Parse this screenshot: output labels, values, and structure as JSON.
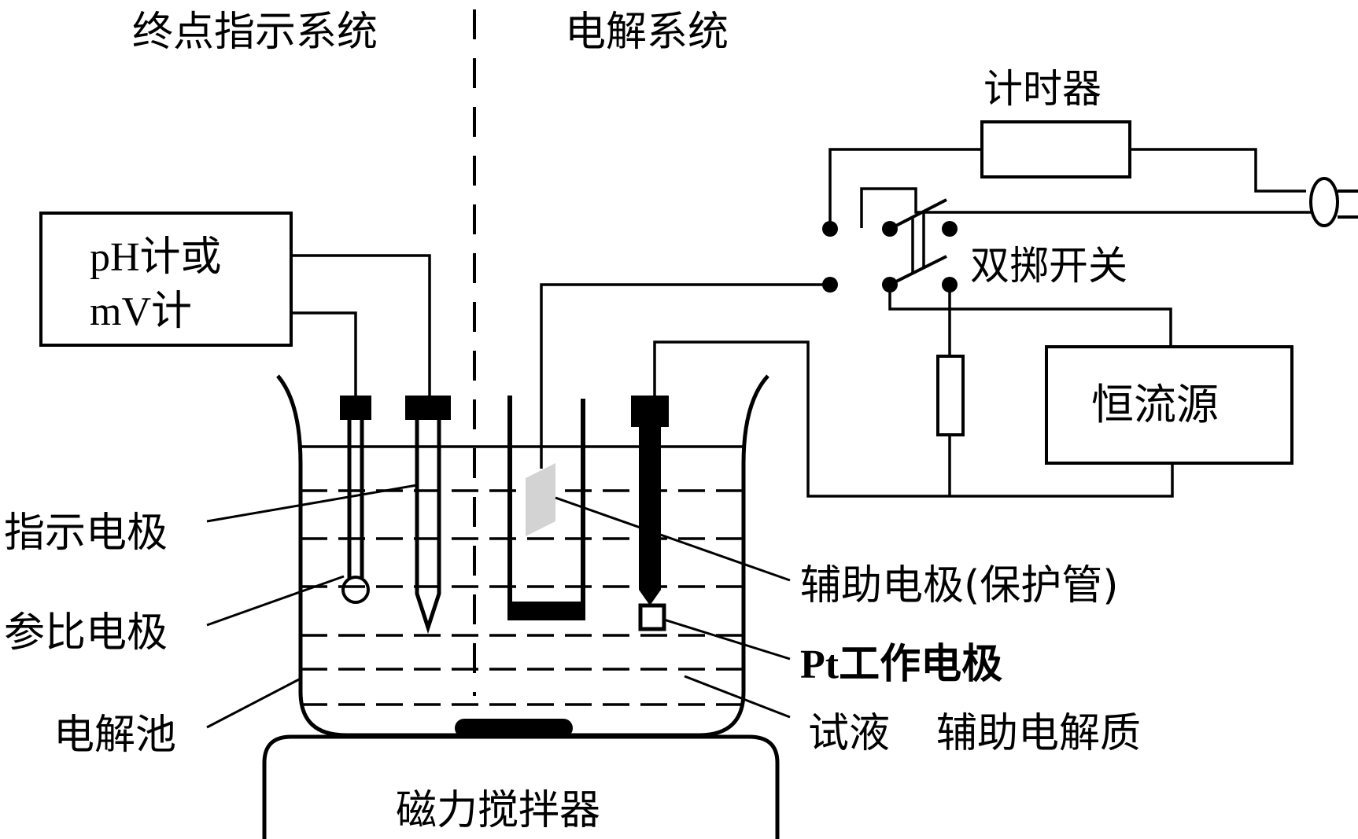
{
  "sections": {
    "endpoint_system": "终点指示系统",
    "electrolysis_system": "电解系统"
  },
  "components": {
    "meter_line1": "pH计或",
    "meter_line2": "mV计",
    "timer": "计时器",
    "double_throw_switch": "双掷开关",
    "constant_current_source": "恒流源",
    "magnetic_stirrer": "磁力搅拌器"
  },
  "labels": {
    "indicator_electrode": "指示电极",
    "reference_electrode": "参比电极",
    "electrolytic_cell": "电解池",
    "auxiliary_electrode": "辅助电极(保护管)",
    "pt_working_electrode": "Pt工作电极",
    "test_solution": "试液",
    "auxiliary_electrolyte": "辅助电解质"
  },
  "colors": {
    "line": "#000000",
    "auxiliary_plate": "#d3d3d3",
    "background": "#ffffff"
  }
}
